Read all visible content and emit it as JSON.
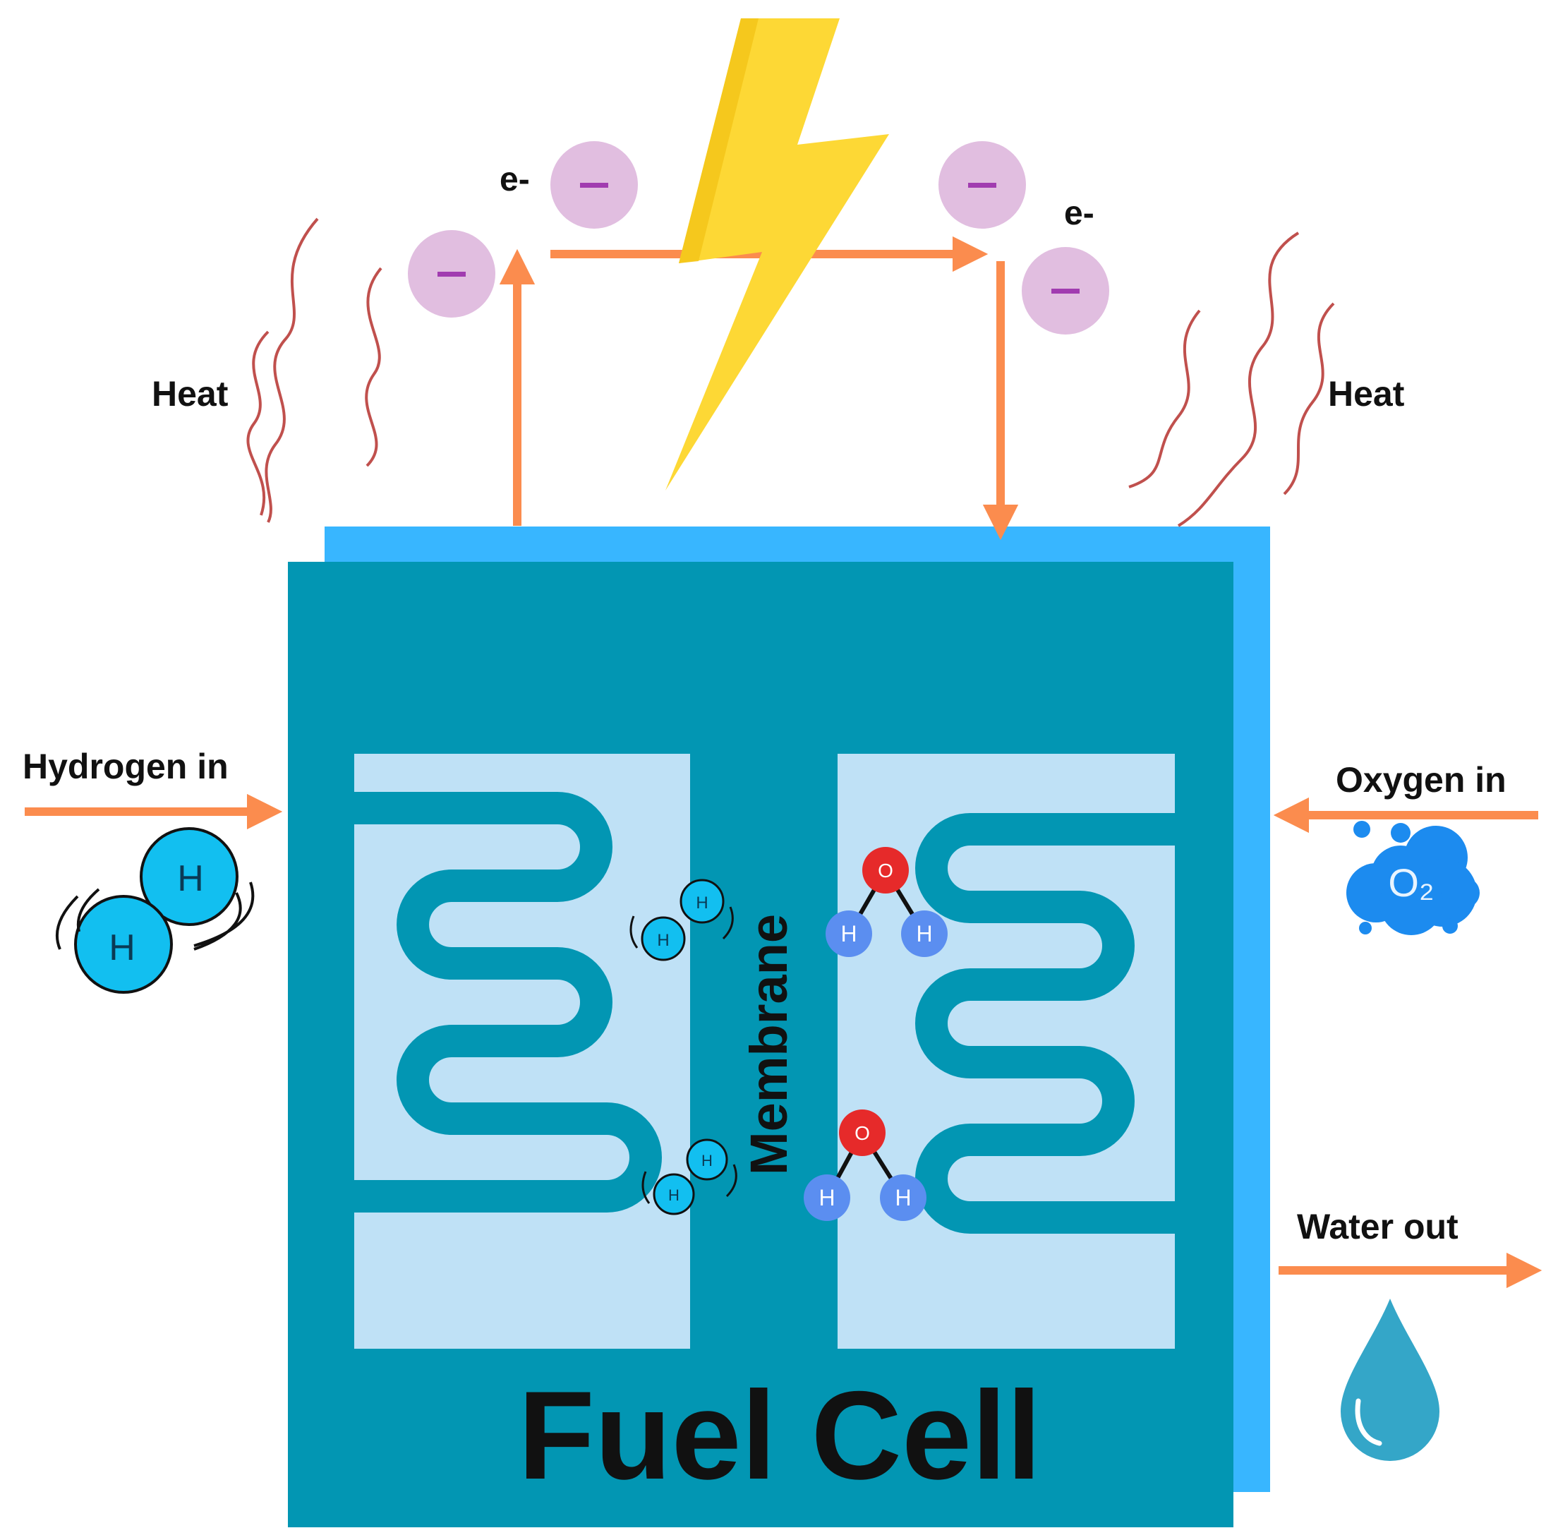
{
  "labels": {
    "heat_left": "Heat",
    "heat_right": "Heat",
    "electron_left": "e-",
    "electron_right": "e-",
    "electron_charge": "−",
    "hydrogen_in": "Hydrogen in",
    "oxygen_in": "Oxygen in",
    "water_out": "Water out",
    "membrane": "Membrane",
    "title": "Fuel Cell",
    "hydrogen_atom": "H",
    "oxygen_atom": "O",
    "o2_molecule": "O₂"
  },
  "colors": {
    "arrow": "#FB8C4E",
    "cell_body": "#0296B3",
    "cell_back_plate": "#38B6FF",
    "channel_panel": "#BFE1F6",
    "electron": "#E1BEE0",
    "electron_sign": "#A13CB0",
    "lightning": "#FDD835",
    "heat_wave": "#C0504D",
    "hydrogen_atom": "#12BFF0",
    "oxygen_atom": "#E62A2A",
    "water_h_atom": "#5B8EF0",
    "water_drop": "#34A6C8",
    "o2_cloud": "#1C8BEF"
  }
}
